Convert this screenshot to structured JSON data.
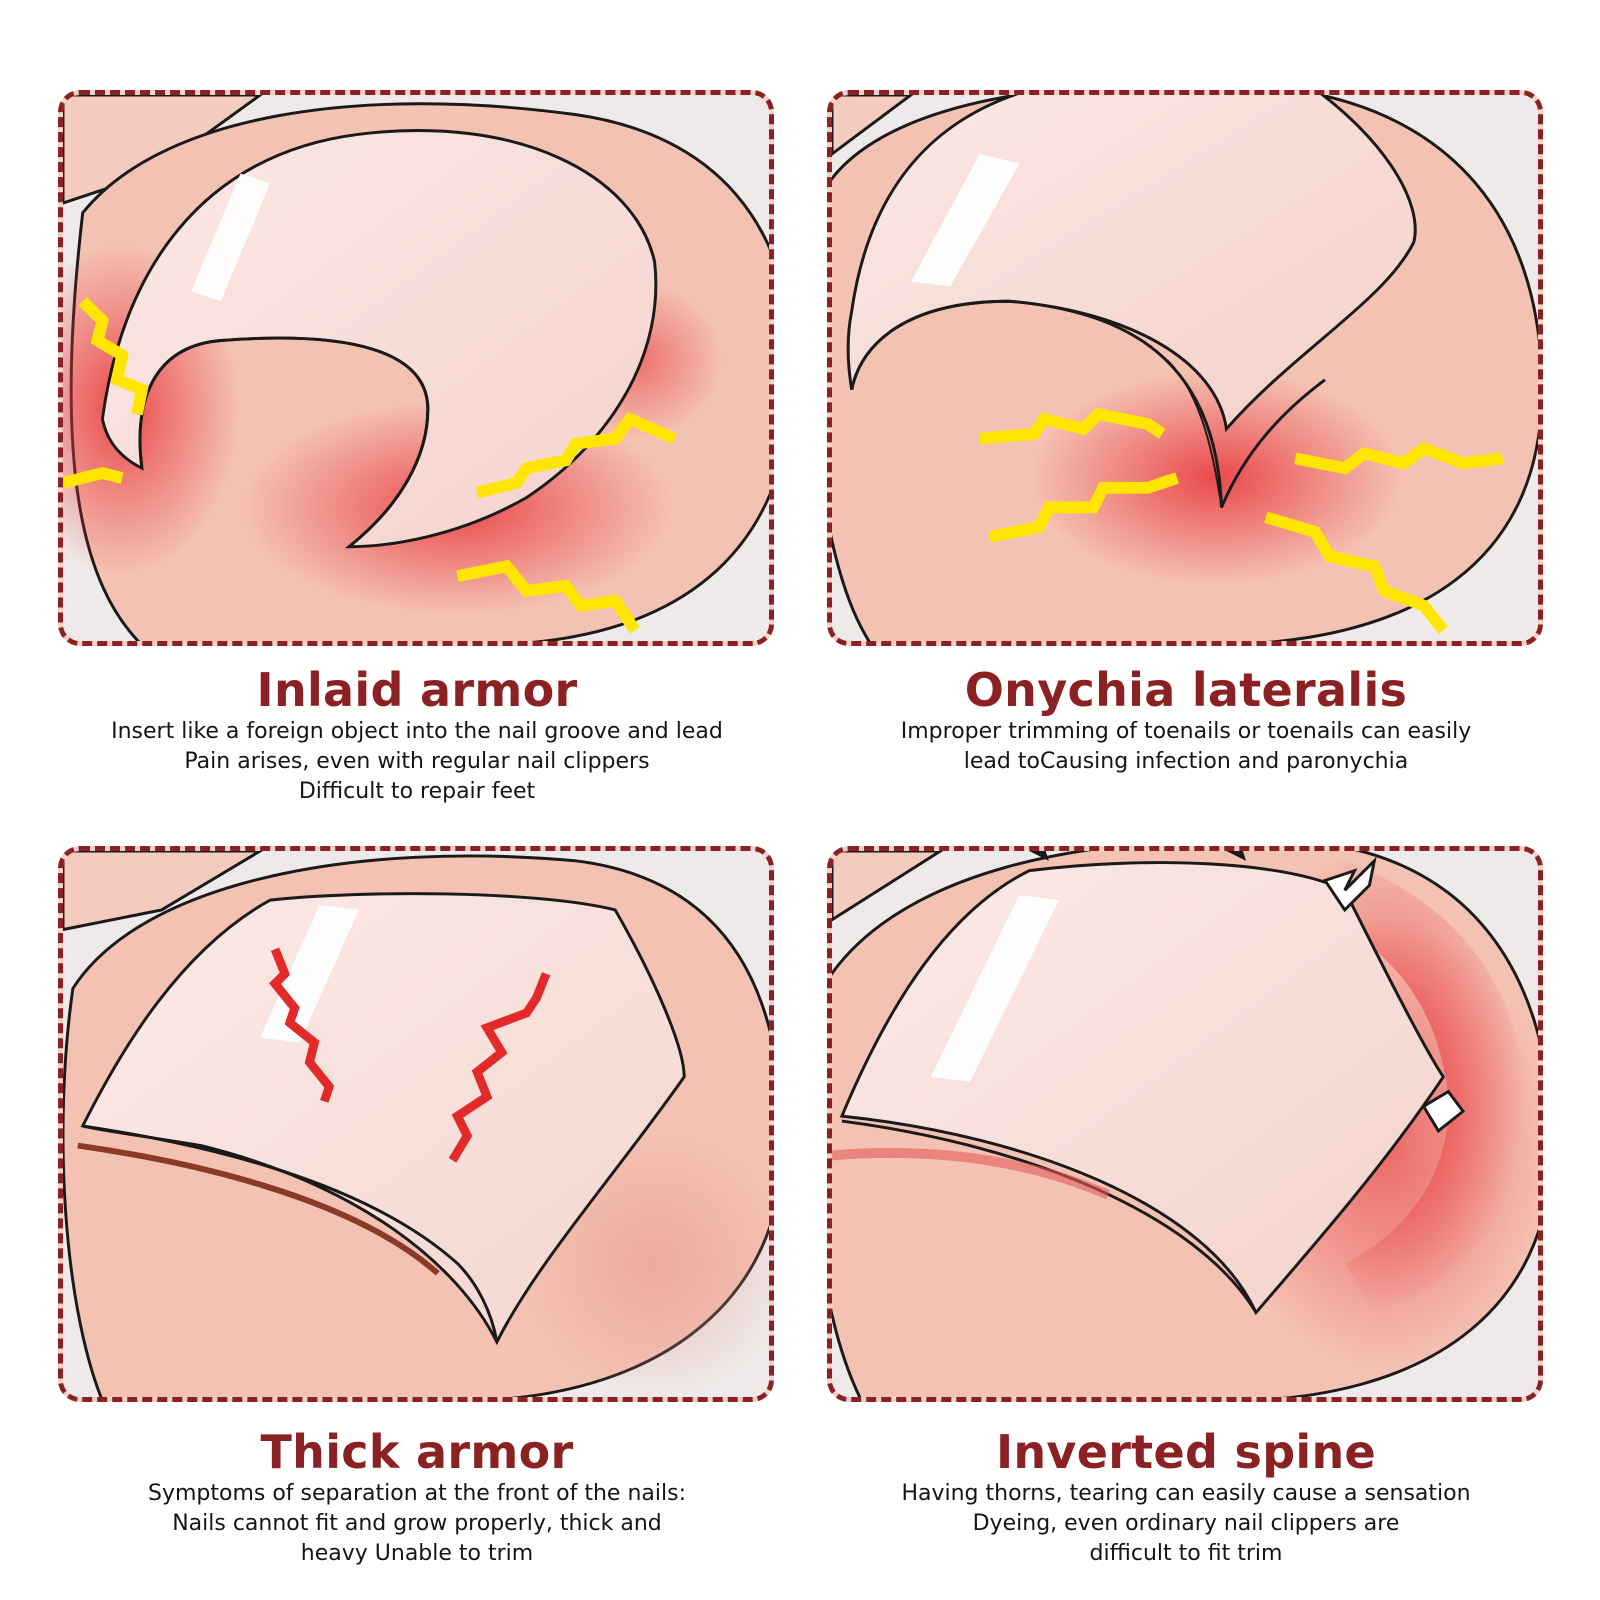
{
  "colors": {
    "accent": "#8b2122",
    "skin": "#f3c3b4",
    "inflammation": "#e8343b",
    "pain_bolt": "#ffe600",
    "text": "#151515"
  },
  "cards": [
    {
      "title": "Inlaid armor",
      "lines": [
        "Insert like a foreign object into the nail groove and lead",
        "Pain arises, even with regular nail clippers",
        "Difficult to repair feet"
      ]
    },
    {
      "title": "Onychia lateralis",
      "lines": [
        "Improper trimming of toenails or toenails can easily",
        "lead toCausing infection and paronychia"
      ]
    },
    {
      "title": "Thick armor",
      "lines": [
        "Symptoms of separation at the front of the nails:",
        "Nails cannot fit and grow properly, thick and",
        "heavy Unable to trim"
      ]
    },
    {
      "title": "Inverted spine",
      "lines": [
        "Having thorns, tearing can easily cause a sensation",
        "Dyeing, even ordinary nail clippers are",
        "difficult to fit trim"
      ]
    }
  ]
}
